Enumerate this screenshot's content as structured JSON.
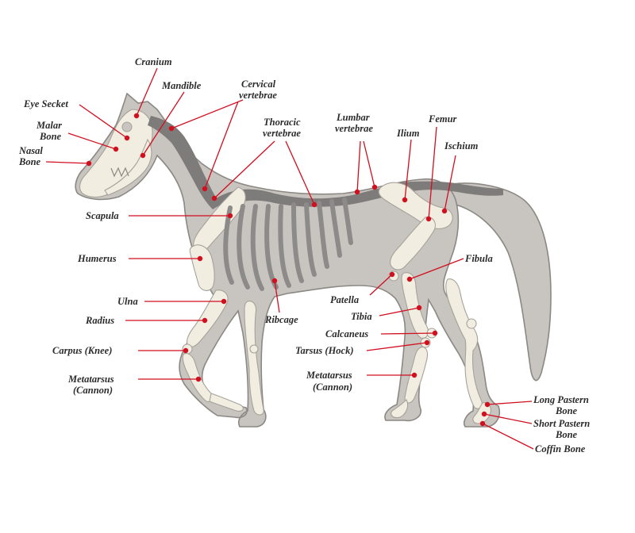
{
  "colors": {
    "background": "#ffffff",
    "body": "#c8c4c0",
    "body_outline": "#8c8884",
    "bone": "#f1ede1",
    "spine": "#7e7c7a",
    "leader": "#d10f1f",
    "text": "#2b2b2b"
  },
  "labels": {
    "cranium": "Cranium",
    "mandible": "Mandible",
    "cervical_1": "Cervical",
    "cervical_2": "vertebrae",
    "eye_socket": "Eye Secket",
    "malar_1": "Malar",
    "malar_2": "Bone",
    "nasal_1": "Nasal",
    "nasal_2": "Bone",
    "thoracic_1": "Thoracic",
    "thoracic_2": "vertebrae",
    "lumbar_1": "Lumbar",
    "lumbar_2": "vertebrae",
    "femur": "Femur",
    "ilium": "Ilium",
    "ischium": "Ischium",
    "scapula": "Scapula",
    "humerus": "Humerus",
    "fibula": "Fibula",
    "patella": "Patella",
    "ulna": "Ulna",
    "radius": "Radius",
    "ribcage": "Ribcage",
    "tibia": "Tibia",
    "calcaneus": "Calcaneus",
    "tarsus": "Tarsus (Hock)",
    "carpus": "Carpus (Knee)",
    "metatarsus_front_1": "Metatarsus",
    "metatarsus_front_2": "(Cannon)",
    "metatarsus_hind_1": "Metatarsus",
    "metatarsus_hind_2": "(Cannon)",
    "long_pastern_1": "Long Pastern",
    "long_pastern_2": "Bone",
    "short_pastern_1": "Short Pastern",
    "short_pastern_2": "Bone",
    "coffin": "Coffin Bone"
  }
}
